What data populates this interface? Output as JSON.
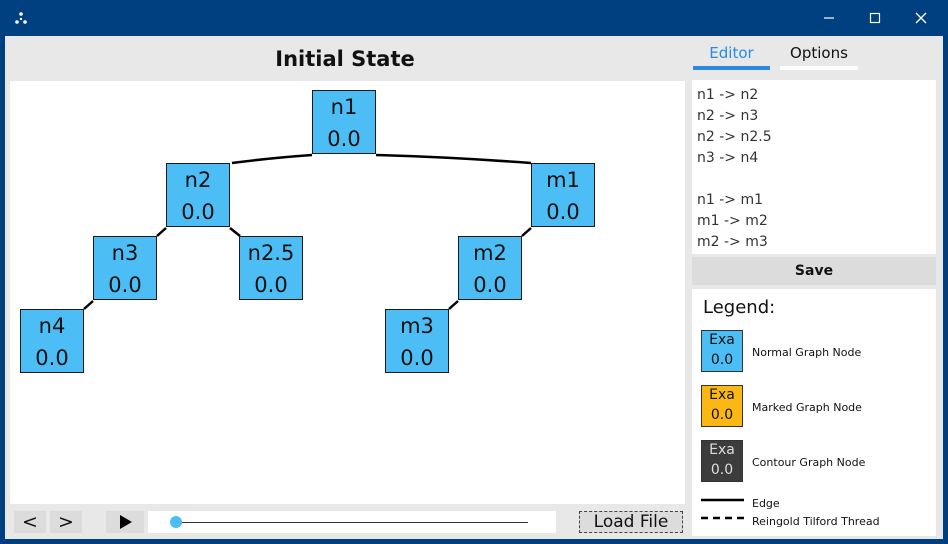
{
  "window": {
    "minimize": "—",
    "maximize": "☐",
    "close": "✕"
  },
  "main": {
    "title": "Initial State"
  },
  "graph": {
    "nodes": [
      {
        "id": "n1",
        "label": "n1",
        "value": "0.0"
      },
      {
        "id": "n2",
        "label": "n2",
        "value": "0.0"
      },
      {
        "id": "m1",
        "label": "m1",
        "value": "0.0"
      },
      {
        "id": "n3",
        "label": "n3",
        "value": "0.0"
      },
      {
        "id": "n25",
        "label": "n2.5",
        "value": "0.0"
      },
      {
        "id": "m2",
        "label": "m2",
        "value": "0.0"
      },
      {
        "id": "n4",
        "label": "n4",
        "value": "0.0"
      },
      {
        "id": "m3",
        "label": "m3",
        "value": "0.0"
      }
    ]
  },
  "controls": {
    "prev": "<",
    "next": ">",
    "play": "▶",
    "load_file": "Load File",
    "slider_progress": 0
  },
  "tabs": [
    {
      "label": "Editor",
      "active": true
    },
    {
      "label": "Options",
      "active": false
    }
  ],
  "editor": {
    "lines": [
      "n1 -> n2",
      "n2 -> n3",
      "n2 -> n2.5",
      "n3 -> n4",
      "",
      "n1 -> m1",
      "m1 -> m2",
      "m2 -> m3"
    ],
    "save_label": "Save"
  },
  "legend": {
    "title": "Legend:",
    "items": [
      {
        "label": "Normal Graph Node",
        "sample_label": "Exa",
        "sample_value": "0.0",
        "color": "#4dbef5",
        "text_color": "#111111"
      },
      {
        "label": "Marked Graph Node",
        "sample_label": "Exa",
        "sample_value": "0.0",
        "color": "#fbb714",
        "text_color": "#111111"
      },
      {
        "label": "Contour Graph Node",
        "sample_label": "Exa",
        "sample_value": "0.0",
        "color": "#3c3c3c",
        "text_color": "#dddddd"
      }
    ],
    "edge_label": "Edge",
    "thread_label": "Reingold Tilford Thread"
  },
  "colors": {
    "titlebar": "#004080",
    "accent": "#2b8ae0",
    "node_normal": "#4dbef5"
  }
}
